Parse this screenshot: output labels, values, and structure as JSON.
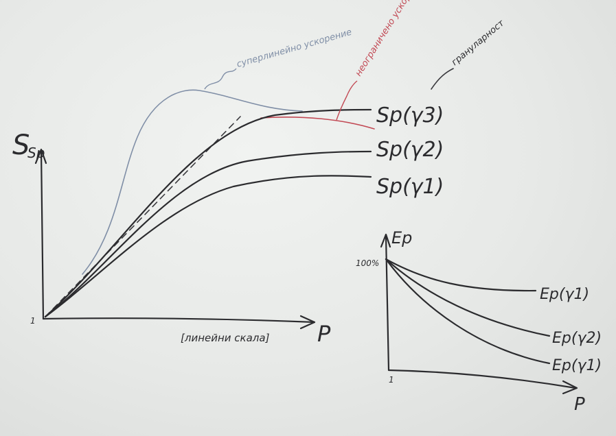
{
  "colors": {
    "ink": "#2b2b2e",
    "blue_marker": "#7f8ea6",
    "red_marker": "#c24a55",
    "board": "#e9ebe9"
  },
  "main_plot": {
    "y_axis_label": "Sp",
    "x_axis_label": "P",
    "x_axis_note": "[линейни скала]",
    "origin_label": "1",
    "curves": [
      {
        "label": "Sp(γ3)"
      },
      {
        "label": "Sp(γ2)"
      },
      {
        "label": "Sp(γ1)"
      }
    ],
    "annotations": {
      "superlinear": "суперлинейно ускорение",
      "unlimited": "неограничено ускорение",
      "granularity": "грануларност"
    }
  },
  "inset_plot": {
    "y_axis_label": "Ep",
    "x_axis_label": "P",
    "y_tick_label": "100%",
    "origin_label": "1",
    "curves": [
      {
        "label": "Ep(γ1)"
      },
      {
        "label": "Ep(γ2)"
      },
      {
        "label": "Ep(γ1)"
      }
    ]
  }
}
